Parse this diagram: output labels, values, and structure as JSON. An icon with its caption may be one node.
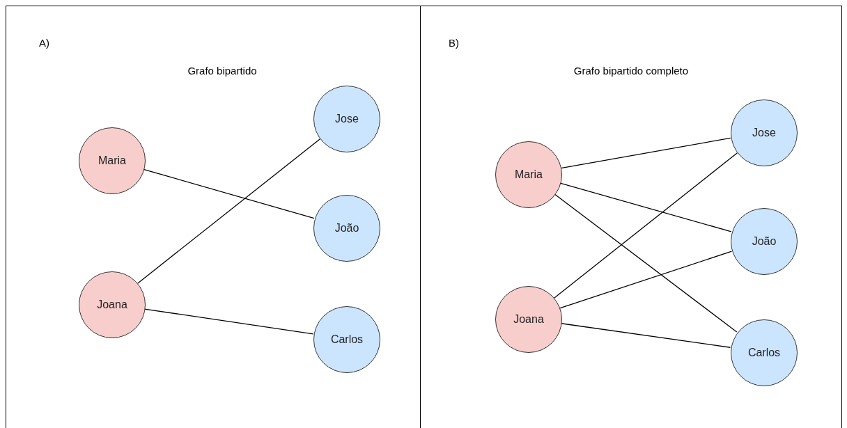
{
  "diagram": {
    "nodes": [
      {
        "text": [
          "A)",
          "Grafo bipartido"
        ]
      },
      {
        "text": [
          "Maria"
        ],
        "in": 0
      },
      {
        "text": [
          "Joana"
        ],
        "in": 0
      },
      {
        "text": [
          "Jose"
        ],
        "in": 0
      },
      {
        "text": [
          "João"
        ],
        "in": 0
      },
      {
        "text": [
          "Carlos"
        ],
        "in": 0
      },
      {
        "text": [
          "B)",
          "Grafo bipartido completo"
        ]
      },
      {
        "text": [
          "Maria"
        ],
        "in": 6
      },
      {
        "text": [
          "Joana"
        ],
        "in": 6
      },
      {
        "text": [
          "Jose"
        ],
        "in": 6
      },
      {
        "text": [
          "João"
        ],
        "in": 6
      },
      {
        "text": [
          "Carlos"
        ],
        "in": 6
      }
    ],
    "edges": [
      {
        "from": 1,
        "to": 4,
        "arrow": "none"
      },
      {
        "from": 2,
        "to": 3,
        "arrow": "none"
      },
      {
        "from": 2,
        "to": 5,
        "arrow": "none"
      },
      {
        "from": 7,
        "to": 9,
        "arrow": "none"
      },
      {
        "from": 7,
        "to": 10,
        "arrow": "none"
      },
      {
        "from": 7,
        "to": 11,
        "arrow": "none"
      },
      {
        "from": 8,
        "to": 9,
        "arrow": "none"
      },
      {
        "from": 8,
        "to": 10,
        "arrow": "none"
      },
      {
        "from": 8,
        "to": 11,
        "arrow": "none"
      }
    ]
  }
}
